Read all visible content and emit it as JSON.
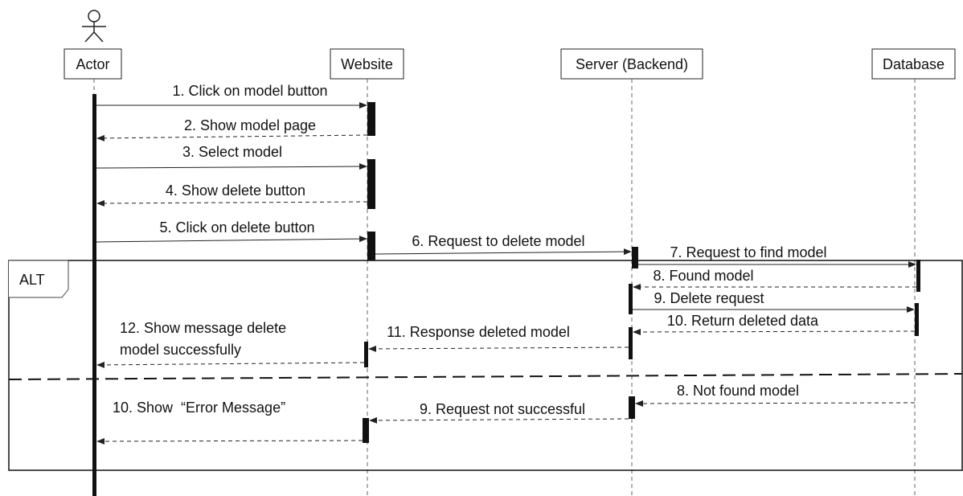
{
  "participants": {
    "actor": "Actor",
    "website": "Website",
    "server": "Server (Backend)",
    "database": "Database"
  },
  "fragment": {
    "operator": "ALT"
  },
  "messages": {
    "m1": "1. Click on model button",
    "m2": "2. Show model page",
    "m3": "3. Select model",
    "m4": "4. Show delete button",
    "m5": "5. Click on delete button",
    "m6": "6. Request to delete model",
    "m7": "7. Request to find model",
    "m8": "8. Found model",
    "m9": "9. Delete request",
    "m10": "10. Return deleted data",
    "m11": "11. Response deleted model",
    "m12_line1": "12. Show message delete",
    "m12_line2": "model successfully",
    "alt_m8": "8. Not found model",
    "alt_m9": "9. Request not successful",
    "alt_m10": "10. Show  “Error Message”"
  }
}
